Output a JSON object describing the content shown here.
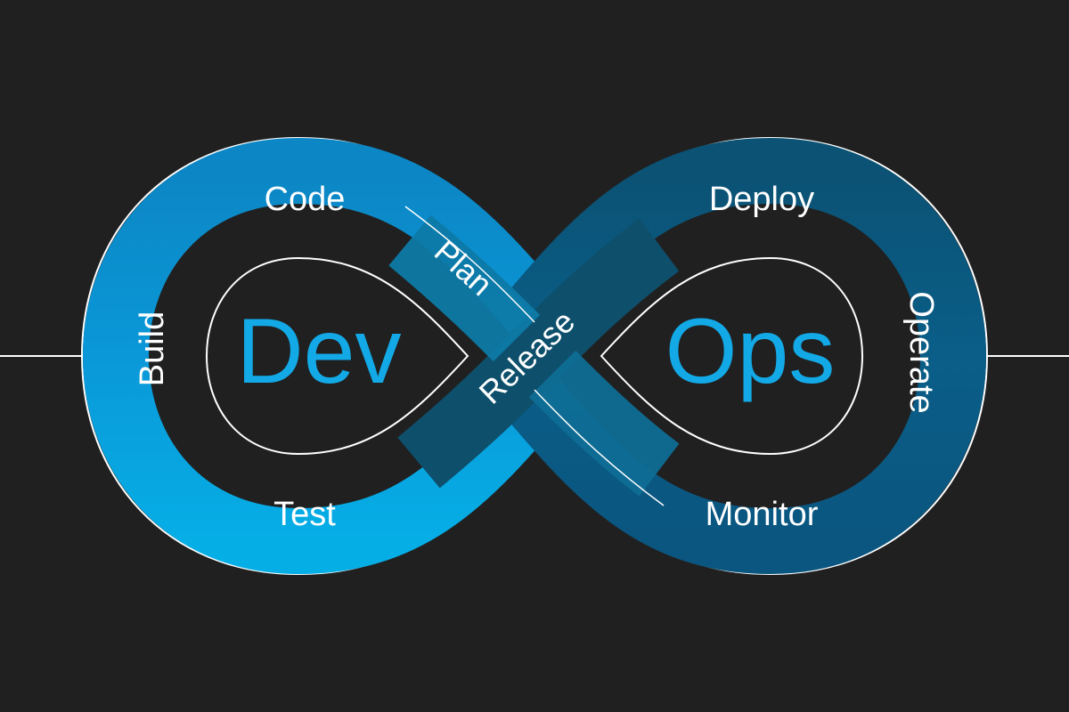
{
  "title": {
    "left": "Dev",
    "right": "Ops"
  },
  "stages": {
    "plan": "Plan",
    "code": "Code",
    "build": "Build",
    "test": "Test",
    "release": "Release",
    "deploy": "Deploy",
    "operate": "Operate",
    "monitor": "Monitor"
  },
  "colors": {
    "background": "#202020",
    "left_loop": "#0aa3e0",
    "right_loop": "#0a5f8c",
    "crossing_band": "#0e5472",
    "outline": "#ffffff",
    "title_text": "#12a9e6"
  }
}
